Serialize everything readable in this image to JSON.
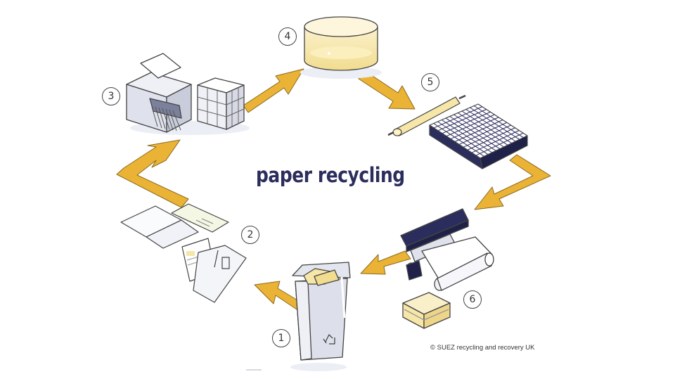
{
  "title": "paper recycling",
  "credit": "© SUEZ recycling and recovery UK",
  "steps": [
    {
      "number": "1",
      "icon": "recycling-bin-icon"
    },
    {
      "number": "2",
      "icon": "paper-documents-icon"
    },
    {
      "number": "3",
      "icon": "shredder-and-bales-icon"
    },
    {
      "number": "4",
      "icon": "pulping-vat-icon"
    },
    {
      "number": "5",
      "icon": "roller-and-screen-icon"
    },
    {
      "number": "6",
      "icon": "paper-press-icon"
    }
  ],
  "colors": {
    "arrow": "#eab336",
    "arrow_outline": "#8a6a1c",
    "navy": "#2b2d5c",
    "pulp": "#f6e7a8",
    "outline": "#444444"
  }
}
